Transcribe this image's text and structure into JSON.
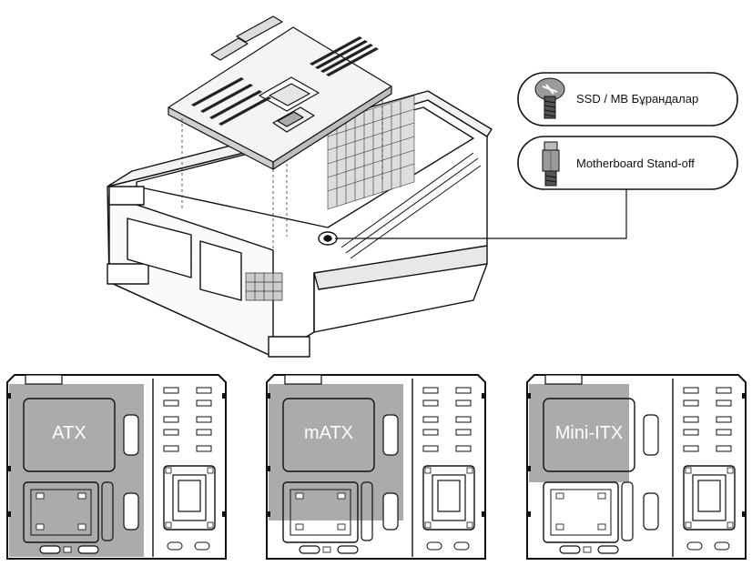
{
  "callouts": {
    "screw_label": "SSD / MB Бұрандалар",
    "standoff_label": "Motherboard Stand-off"
  },
  "form_factors": [
    {
      "label": "ATX"
    },
    {
      "label": "mATX"
    },
    {
      "label": "Mini-ITX"
    }
  ],
  "colors": {
    "line": "#111111",
    "motherboard_area": "#a6a6a6",
    "panel_fill": "#ffffff"
  },
  "icons": [
    "screw-icon",
    "standoff-icon",
    "motherboard-illustration",
    "chassis-illustration"
  ]
}
